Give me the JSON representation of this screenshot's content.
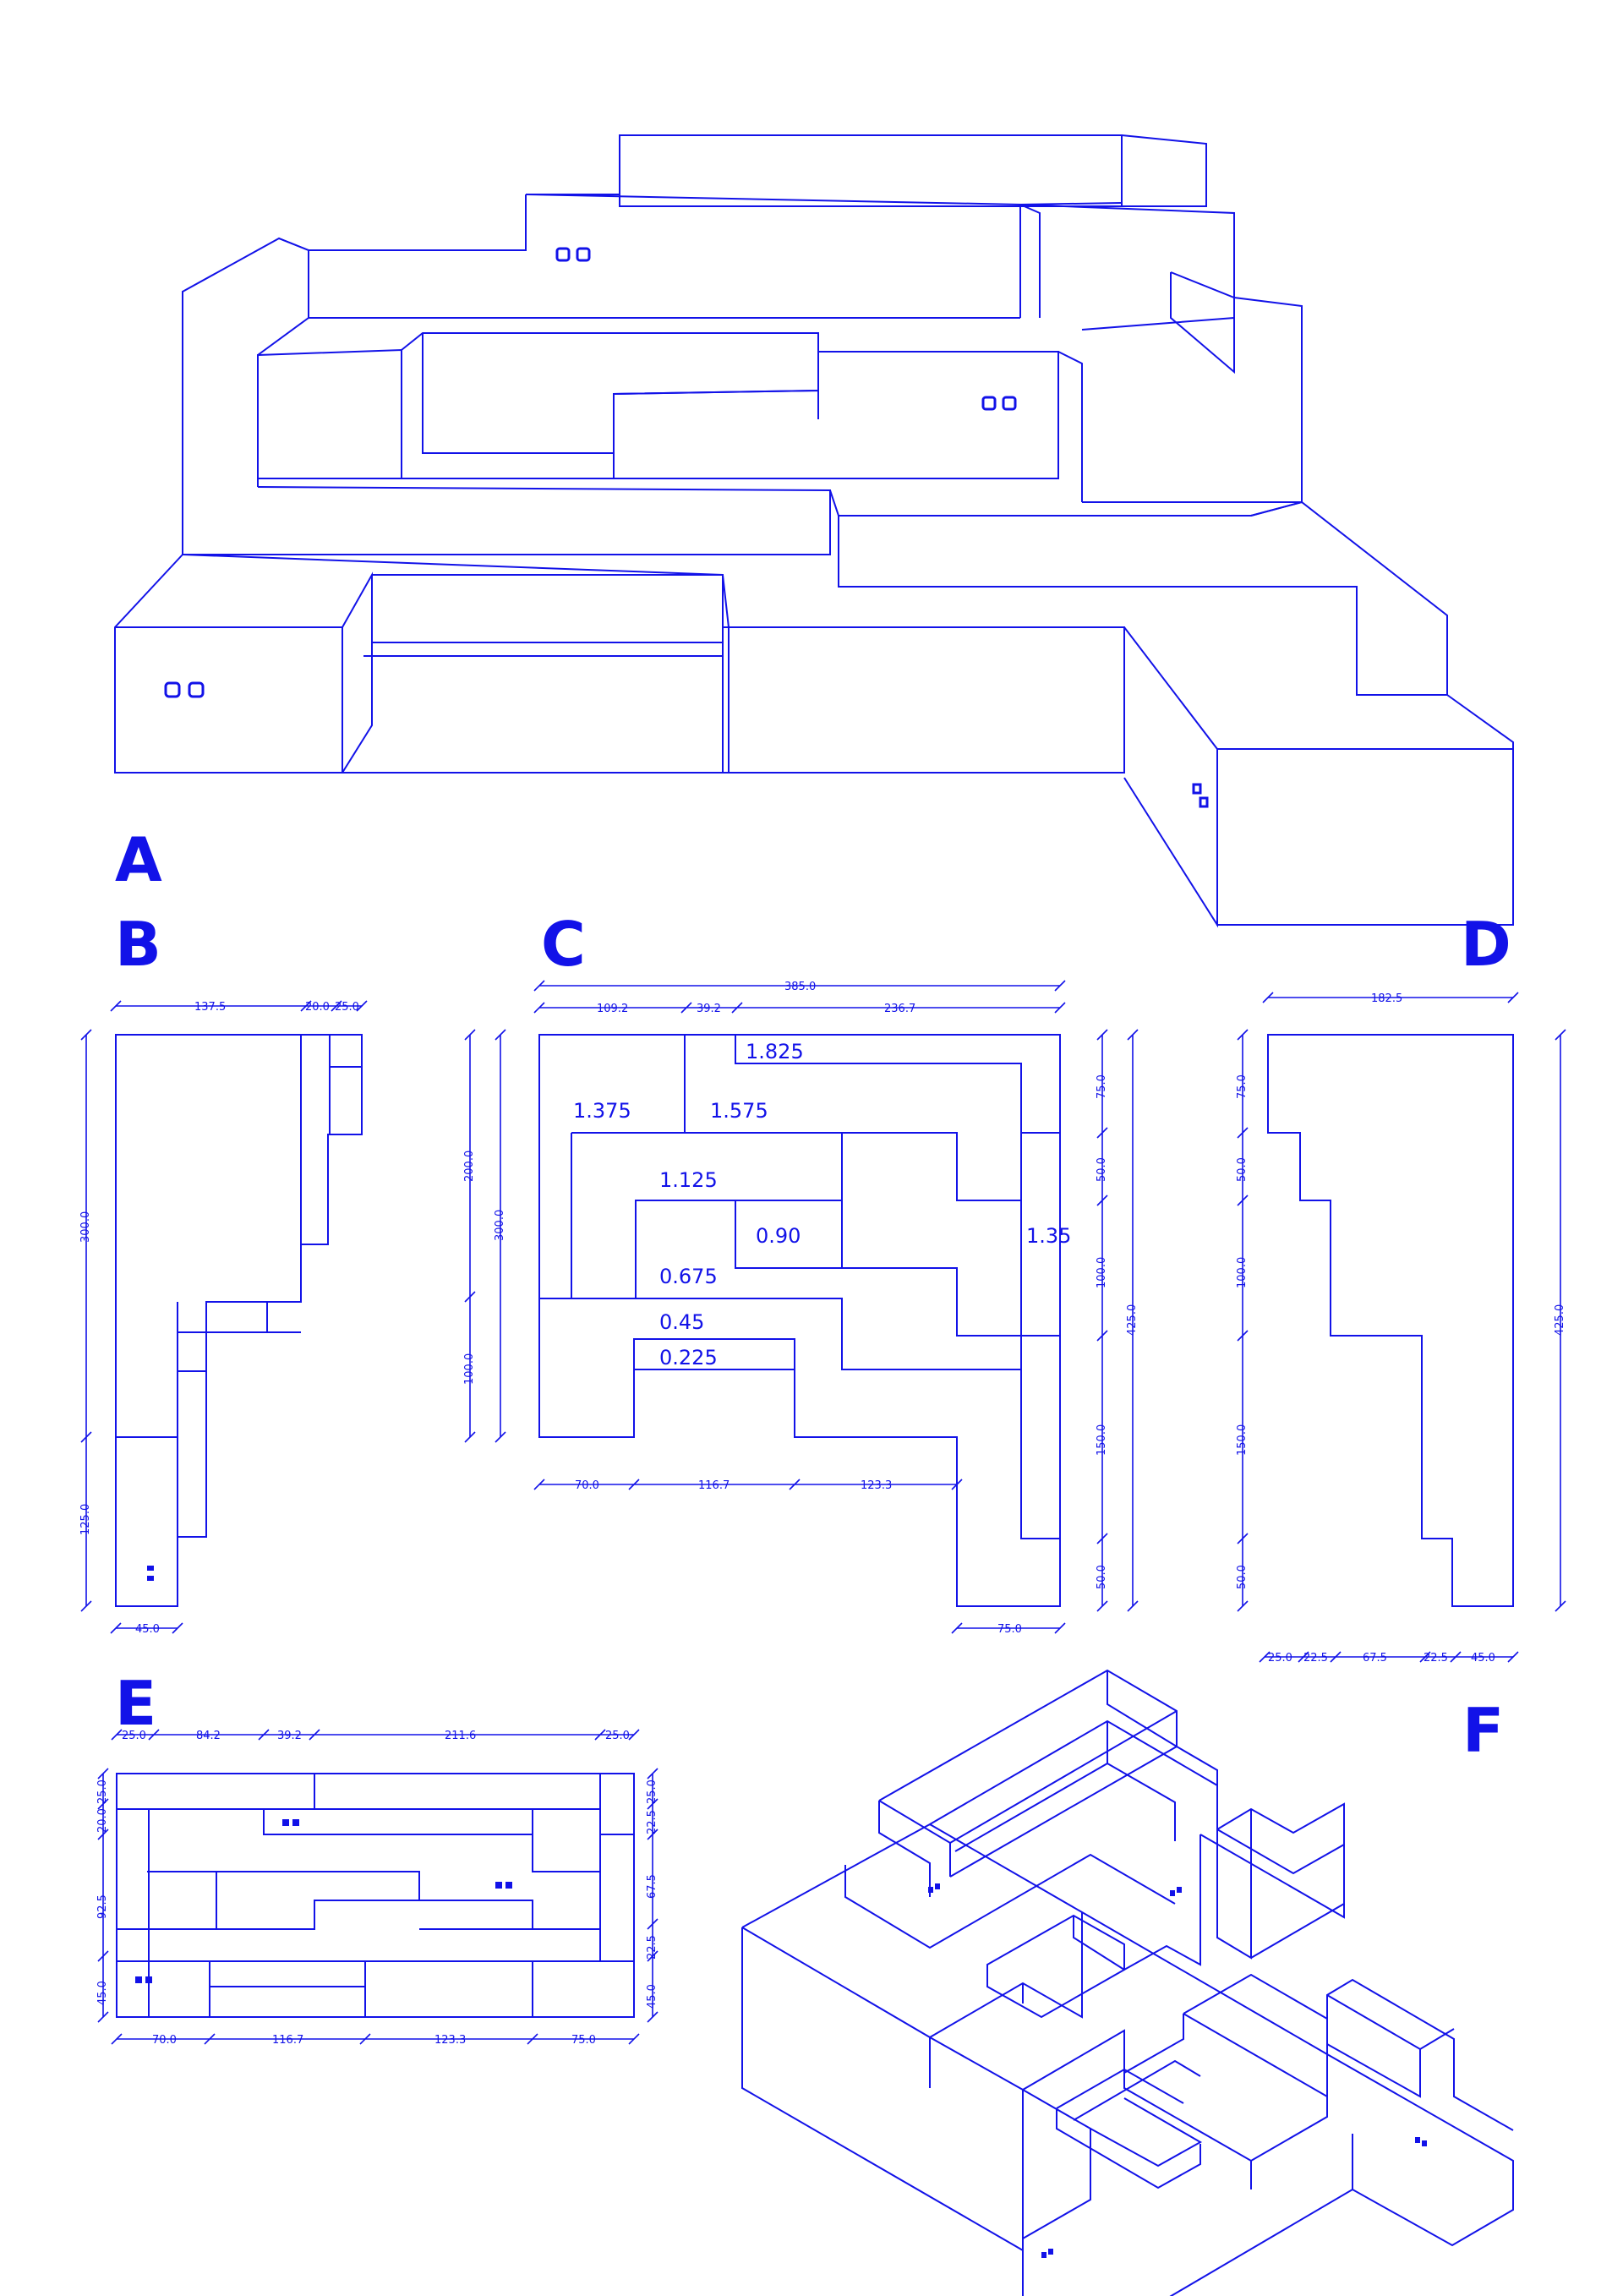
{
  "labels": {
    "a": "A",
    "b": "B",
    "c": "C",
    "d": "D",
    "e": "E",
    "f": "F"
  },
  "view_b": {
    "top_dims": [
      "137.5",
      "20.0",
      "25.0"
    ],
    "left_dims": [
      "300.0",
      "125.0"
    ],
    "bottom_dims": [
      "45.0"
    ],
    "right_dims": [
      "200.0",
      "300.0",
      "100.0"
    ]
  },
  "view_c": {
    "top_total": "385.0",
    "top_dims": [
      "109.2",
      "39.2",
      "236.7"
    ],
    "bottom_dims": [
      "70.0",
      "116.7",
      "123.3"
    ],
    "bottom_right_dim": "75.0",
    "right_dims": [
      "75.0",
      "50.0",
      "100.0",
      "150.0",
      "50.0"
    ],
    "right_total": "425.0",
    "levels": [
      "1.825",
      "1.375",
      "1.575",
      "1.125",
      "0.90",
      "1.35",
      "0.675",
      "0.45",
      "0.225"
    ]
  },
  "view_d": {
    "top_dim": "182.5",
    "left_dims": [
      "75.0",
      "50.0",
      "100.0",
      "150.0",
      "50.0"
    ],
    "right_total": "425.0",
    "bottom_dims": [
      "25.0",
      "22.5",
      "67.5",
      "22.5",
      "45.0"
    ]
  },
  "view_e": {
    "top_dims": [
      "25.0",
      "84.2",
      "39.2",
      "211.6",
      "25.0"
    ],
    "left_dims": [
      "20.0",
      "25.0",
      "92.5",
      "45.0"
    ],
    "right_dims": [
      "22.5",
      "25.0",
      "67.5",
      "22.5",
      "45.0"
    ],
    "bottom_dims": [
      "70.0",
      "116.7",
      "123.3",
      "75.0"
    ]
  }
}
